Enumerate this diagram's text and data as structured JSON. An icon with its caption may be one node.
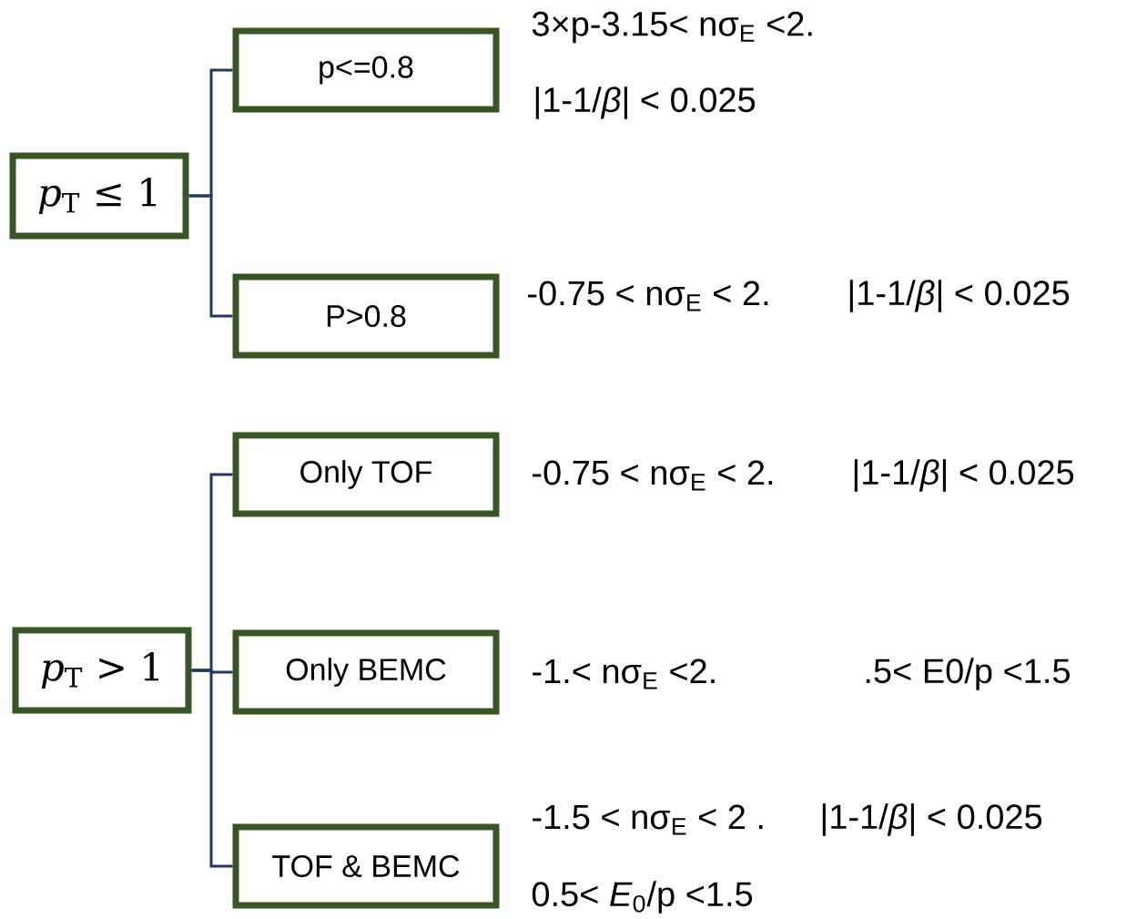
{
  "diagram": {
    "nodes": [
      {
        "text": [
          "*p*$_{T}$ ≤ 1"
        ]
      },
      {
        "text": [
          "p<=0.8"
        ],
        "beside": [
          "3×p-3.15< nσ$_{E}$ <2.",
          "|1-1/*β*| < 0.025"
        ]
      },
      {
        "text": [
          "P>0.8"
        ],
        "beside": [
          "-0.75 < nσ$_{E}$ < 2.",
          "|1-1/*β*| < 0.025"
        ]
      },
      {
        "text": [
          "*p*$_{T}$ > 1"
        ]
      },
      {
        "text": [
          "Only TOF"
        ],
        "beside": [
          "-0.75 < nσ$_{E}$ < 2.",
          "|1-1/*β*| < 0.025"
        ]
      },
      {
        "text": [
          "Only BEMC"
        ],
        "beside": [
          "-1.< nσ$_{E}$ <2."
        ]
      },
      {
        "text": [
          "TOF & BEMC"
        ],
        "beside": [
          "-1.5 < nσ$_{E}$ < 2 .",
          "|1-1/*β*| < 0.025",
          "0.5< *E*$_{0}$/p <1.5"
        ]
      }
    ],
    "edges": [
      {
        "from": 0,
        "to": 1,
        "arrow": "none"
      },
      {
        "from": 0,
        "to": 2,
        "arrow": "none"
      },
      {
        "from": 3,
        "to": 4,
        "arrow": "none"
      },
      {
        "from": 3,
        "to": 5,
        "arrow": "none"
      },
      {
        "from": 3,
        "to": 6,
        "arrow": "none"
      }
    ],
    "labels": [
      ".5< E0/p <1.5"
    ]
  }
}
